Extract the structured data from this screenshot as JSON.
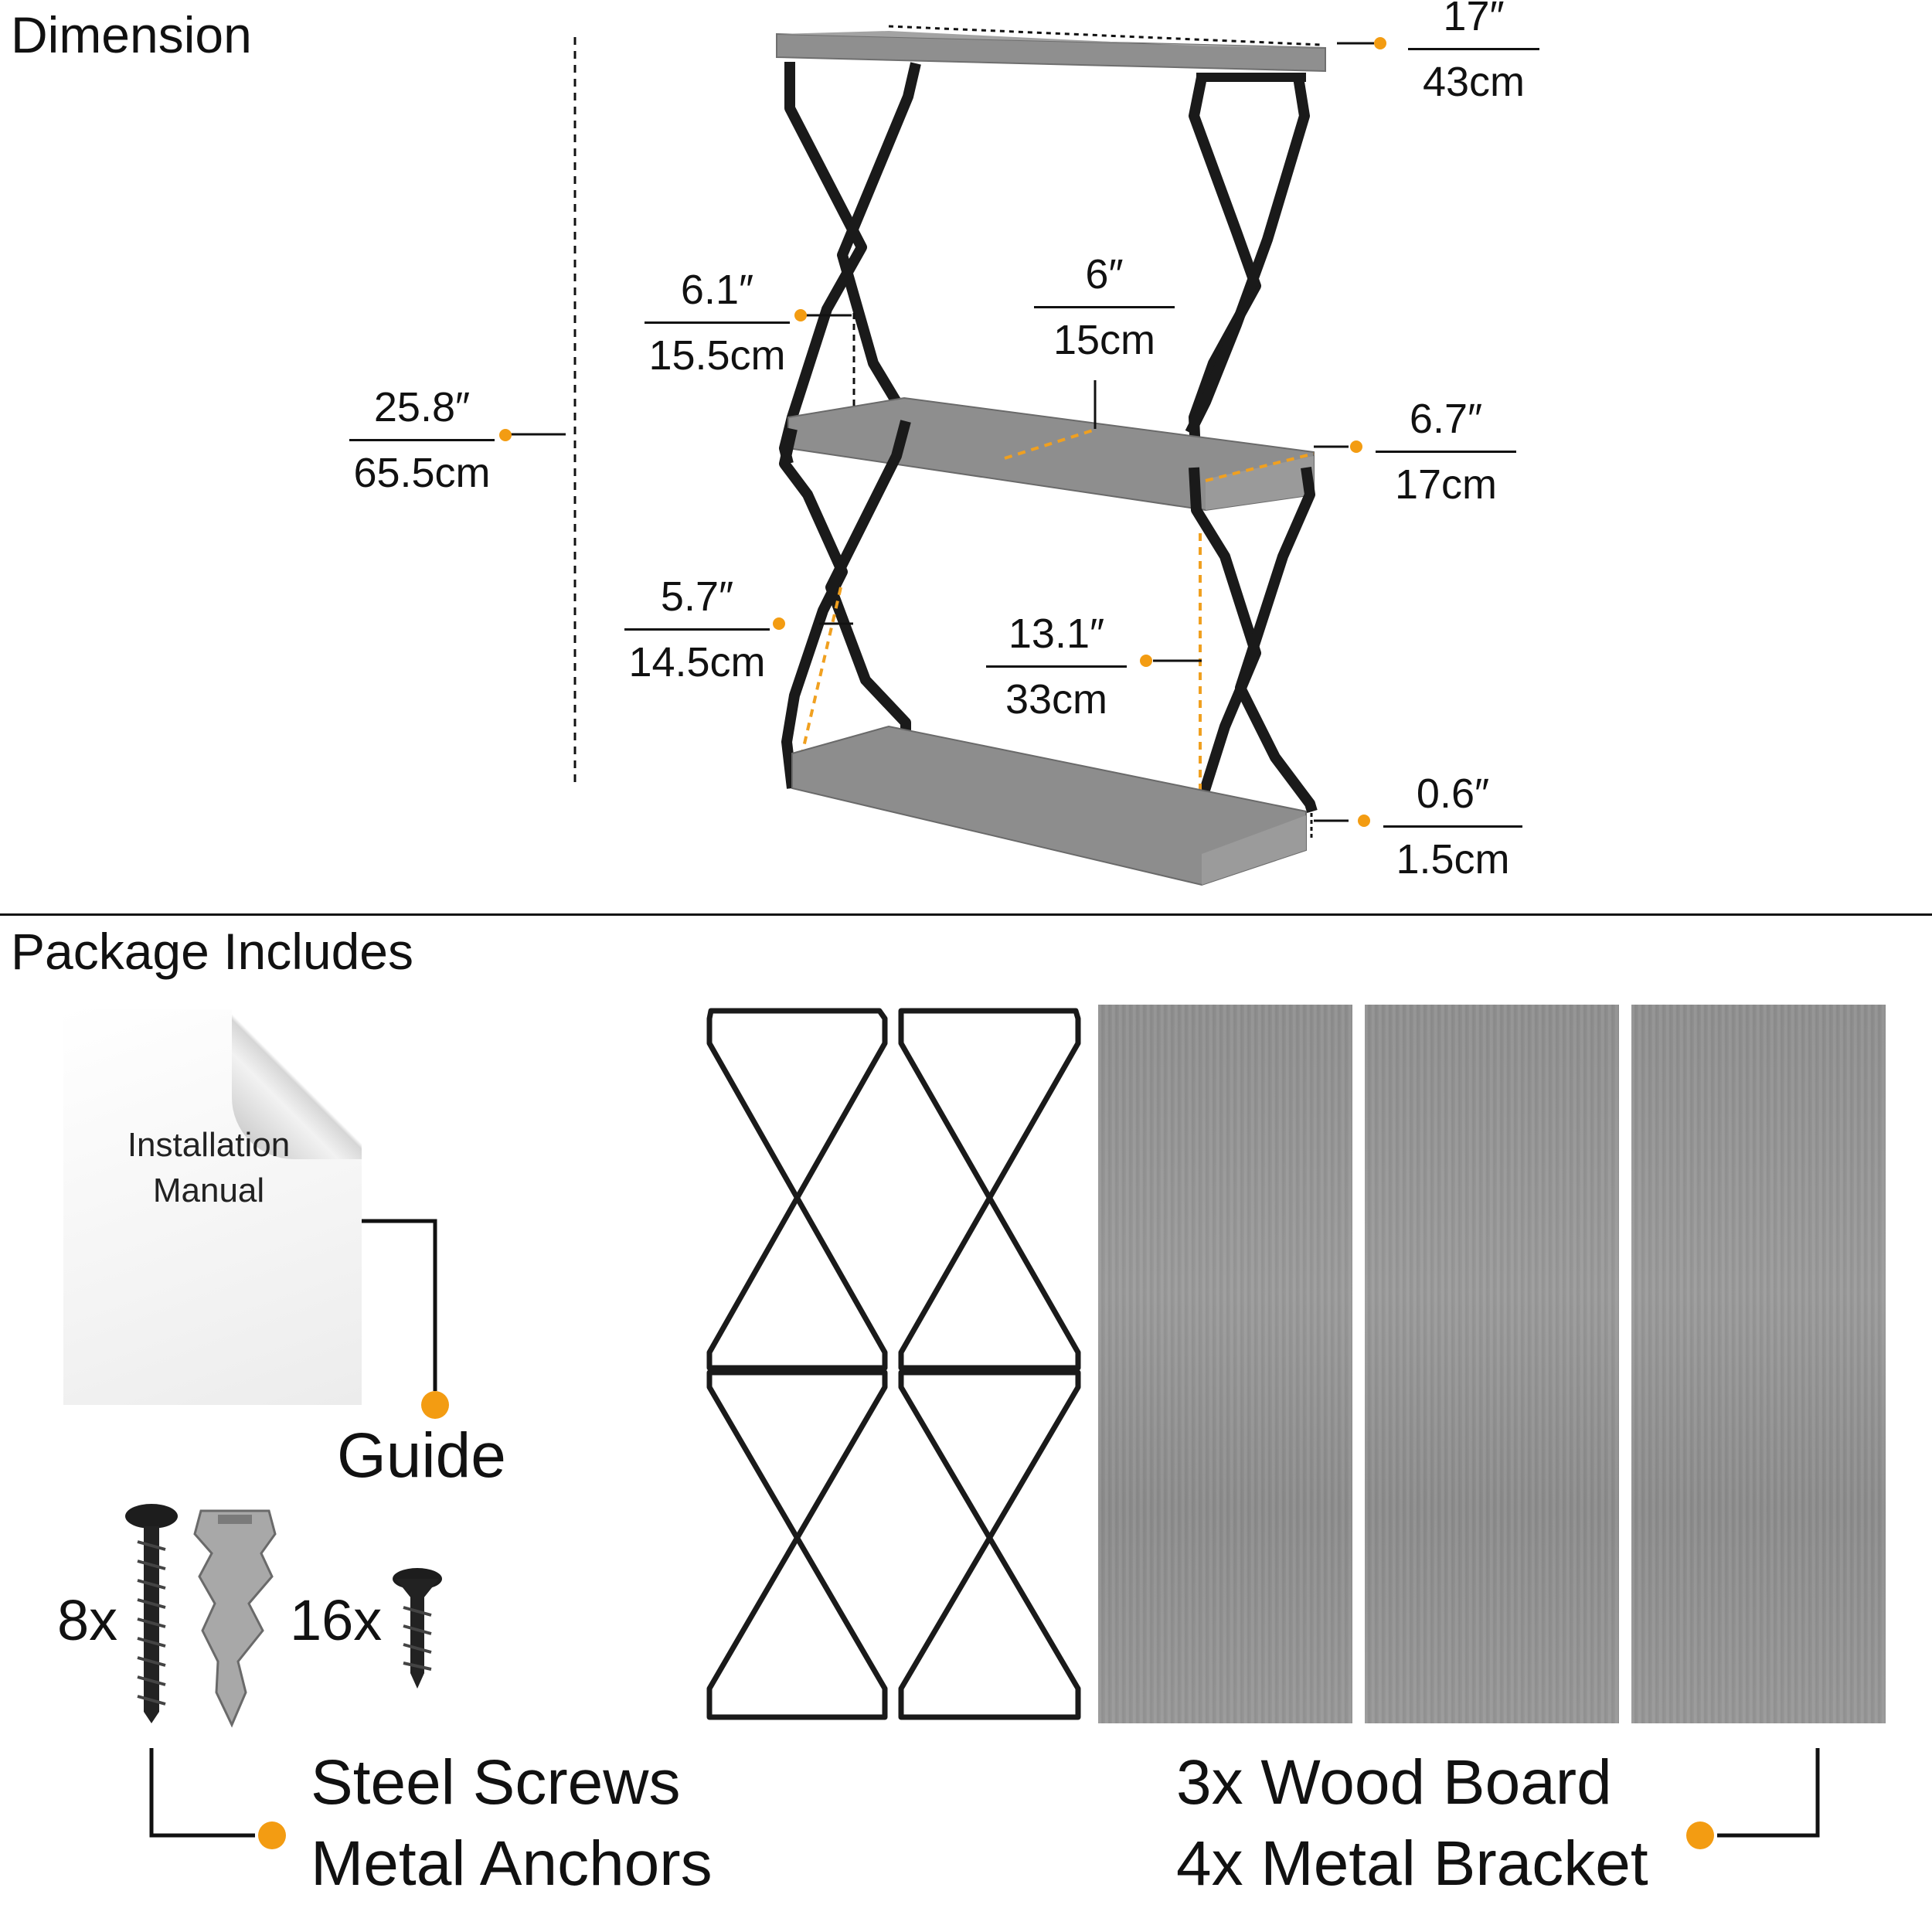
{
  "dimension_section": {
    "title": "Dimension",
    "measurements": {
      "width": {
        "inch": "17″",
        "cm": "43cm"
      },
      "height": {
        "inch": "25.8″",
        "cm": "65.5cm"
      },
      "upper_gap": {
        "inch": "6.1″",
        "cm": "15.5cm"
      },
      "depth": {
        "inch": "6″",
        "cm": "15cm"
      },
      "side_depth": {
        "inch": "6.7″",
        "cm": "17cm"
      },
      "lower_gap": {
        "inch": "5.7″",
        "cm": "14.5cm"
      },
      "bracket_height": {
        "inch": "13.1″",
        "cm": "33cm"
      },
      "thickness": {
        "inch": "0.6″",
        "cm": "1.5cm"
      }
    }
  },
  "package_section": {
    "title": "Package Includes",
    "manual_text_line1": "Installation",
    "manual_text_line2": "Manual",
    "guide_label": "Guide",
    "screw_count": "8x",
    "small_screw_count": "16x",
    "hardware_line1": "Steel Screws",
    "hardware_line2": "Metal Anchors",
    "boards_line1": "3x Wood Board",
    "boards_line2": "4x Metal Bracket"
  },
  "colors": {
    "accent_dot": "#f39c12",
    "guide_dash": "#f0a020",
    "metal": "#1a1a1a",
    "wood": "#8e8e8e"
  }
}
